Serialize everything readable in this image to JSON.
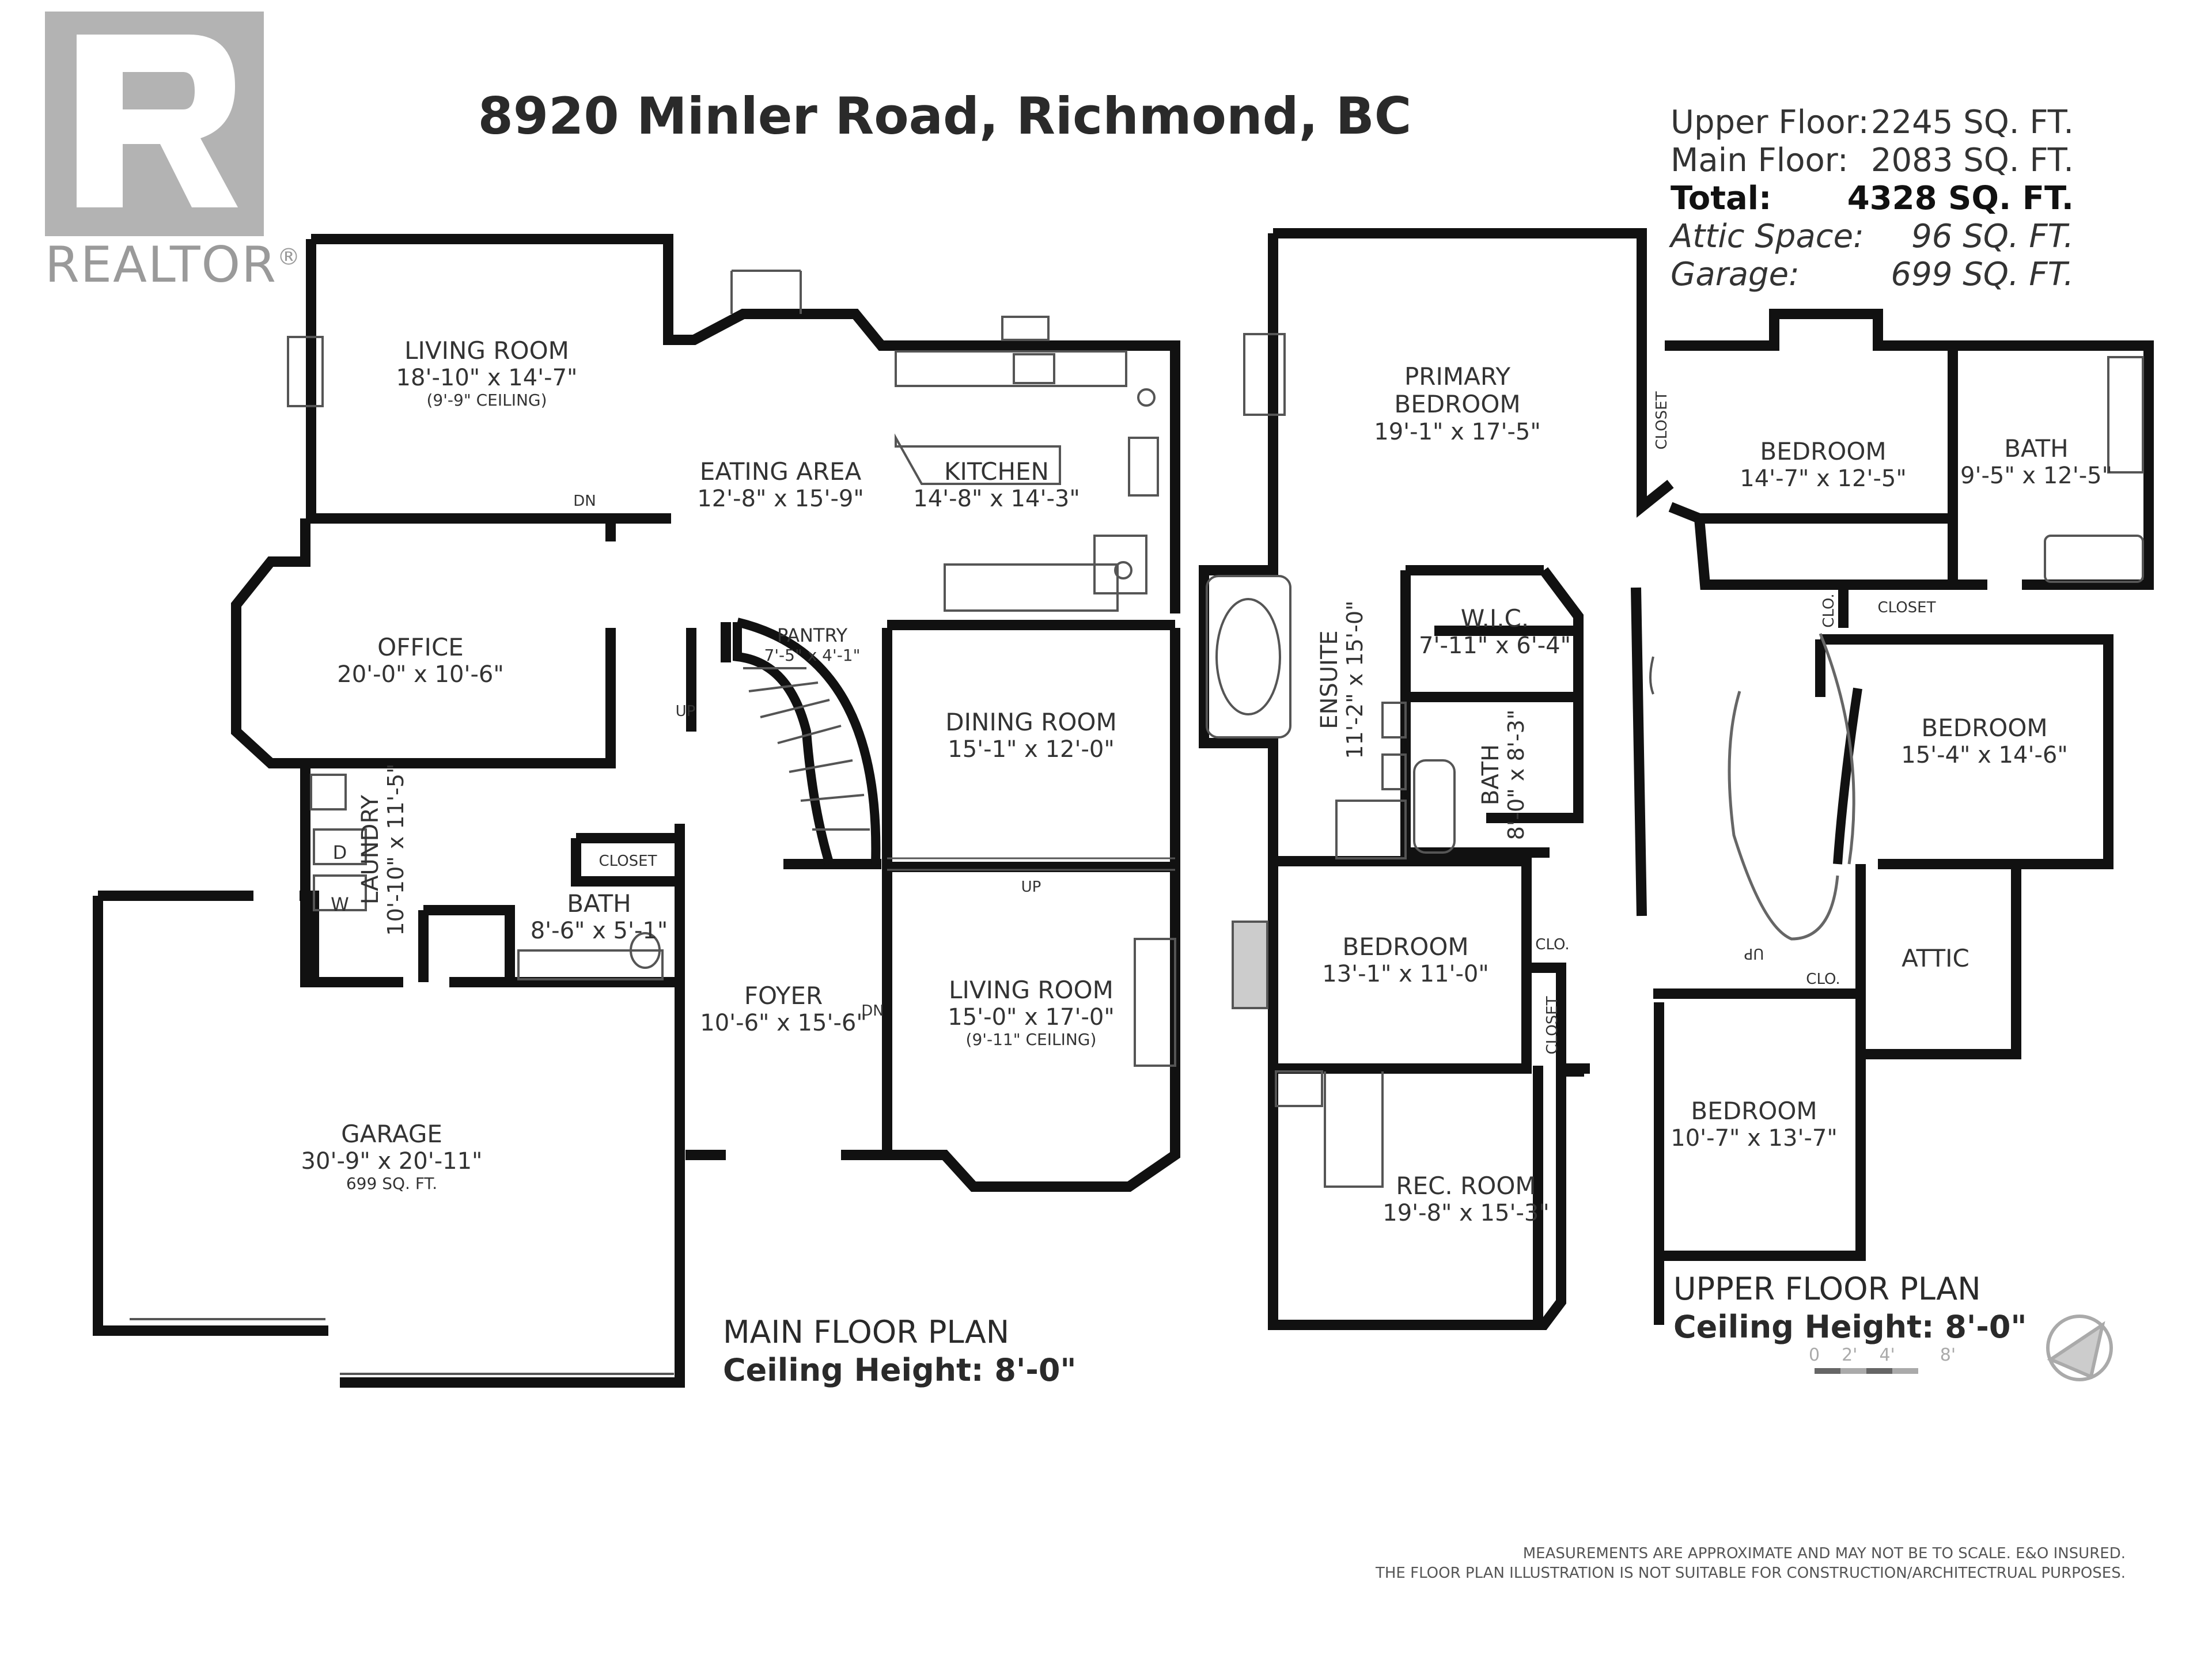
{
  "logo": {
    "wordmark": "REALTOR",
    "symbol": "®"
  },
  "title": "8920 Minler Road, Richmond, BC",
  "areas": [
    {
      "label": "Upper Floor:",
      "value": "2245 SQ. FT."
    },
    {
      "label": "Main Floor:",
      "value": "2083 SQ. FT."
    },
    {
      "label": "Total:",
      "value": "4328 SQ. FT."
    },
    {
      "label": "Attic Space:",
      "value": "96 SQ. FT."
    },
    {
      "label": "Garage:",
      "value": "699 SQ. FT."
    }
  ],
  "main_floor": {
    "title": "MAIN FLOOR PLAN",
    "ceiling": "Ceiling Height: 8'-0\"",
    "rooms": {
      "living": {
        "name": "LIVING ROOM",
        "dim": "18'-10\" x 14'-7\"",
        "ceiling": "(9'-9\" CEILING)"
      },
      "eating": {
        "name": "EATING AREA",
        "dim": "12'-8\" x 15'-9\""
      },
      "kitchen": {
        "name": "KITCHEN",
        "dim": "14'-8\" x 14'-3\""
      },
      "office": {
        "name": "OFFICE",
        "dim": "20'-0\" x 10'-6\""
      },
      "pantry": {
        "name": "PANTRY",
        "dim": "7'-5\" x 4'-1\""
      },
      "dining": {
        "name": "DINING ROOM",
        "dim": "15'-1\" x 12'-0\""
      },
      "laundry": {
        "name": "LAUNDRY",
        "dim": "10'-10\" x 11'-5\""
      },
      "bath": {
        "name": "BATH",
        "dim": "8'-6\" x 5'-1\""
      },
      "closet": "CLOSET",
      "foyer": {
        "name": "FOYER",
        "dim": "10'-6\" x 15'-6\""
      },
      "living2": {
        "name": "LIVING ROOM",
        "dim": "15'-0\" x 17'-0\"",
        "ceiling": "(9'-11\" CEILING)"
      },
      "garage": {
        "name": "GARAGE",
        "dim": "30'-9\" x 20'-11\"",
        "area": "699 SQ. FT."
      }
    },
    "marks": {
      "dn1": "DN",
      "up1": "UP",
      "up2": "UP",
      "dn2": "DN",
      "w": "W",
      "d": "D"
    }
  },
  "upper_floor": {
    "title": "UPPER FLOOR PLAN",
    "ceiling": "Ceiling Height: 8'-0\"",
    "rooms": {
      "primary": {
        "name1": "PRIMARY",
        "name2": "BEDROOM",
        "dim": "19'-1\" x 17'-5\""
      },
      "bed1": {
        "name": "BEDROOM",
        "dim": "14'-7\" x 12'-5\""
      },
      "bath1": {
        "name": "BATH",
        "dim": "9'-5\" x 12'-5\""
      },
      "closet1": "CLOSET",
      "closet2": "CLOSET",
      "clo1": "CLO.",
      "wic": {
        "name": "W.I.C.",
        "dim": "7'-11\" x 6'-4\""
      },
      "ensuite": {
        "name": "ENSUITE",
        "dim": "11'-2\" x 15'-0\""
      },
      "bath2": {
        "name": "BATH",
        "dim": "8'-0\" x 8'-3\""
      },
      "bed2": {
        "name": "BEDROOM",
        "dim": "15'-4\" x 14'-6\""
      },
      "bed3": {
        "name": "BEDROOM",
        "dim": "13'-1\" x 11'-0\""
      },
      "clo2": "CLO.",
      "closet3": "CLOSET",
      "attic": "ATTIC",
      "clo3": "CLO.",
      "bed4": {
        "name": "BEDROOM",
        "dim": "10'-7\" x 13'-7\""
      },
      "rec": {
        "name": "REC. ROOM",
        "dim": "19'-8\" x 15'-3\""
      }
    },
    "marks": {
      "up": "UP"
    }
  },
  "scale": {
    "ticks": [
      "0",
      "2'",
      "4'",
      "8'"
    ]
  },
  "disclaimer": [
    "MEASUREMENTS ARE APPROXIMATE AND MAY NOT BE TO SCALE. E&O INSURED.",
    "THE FLOOR PLAN ILLUSTRATION IS NOT SUITABLE FOR CONSTRUCTION/ARCHITECTRUAL PURPOSES."
  ]
}
